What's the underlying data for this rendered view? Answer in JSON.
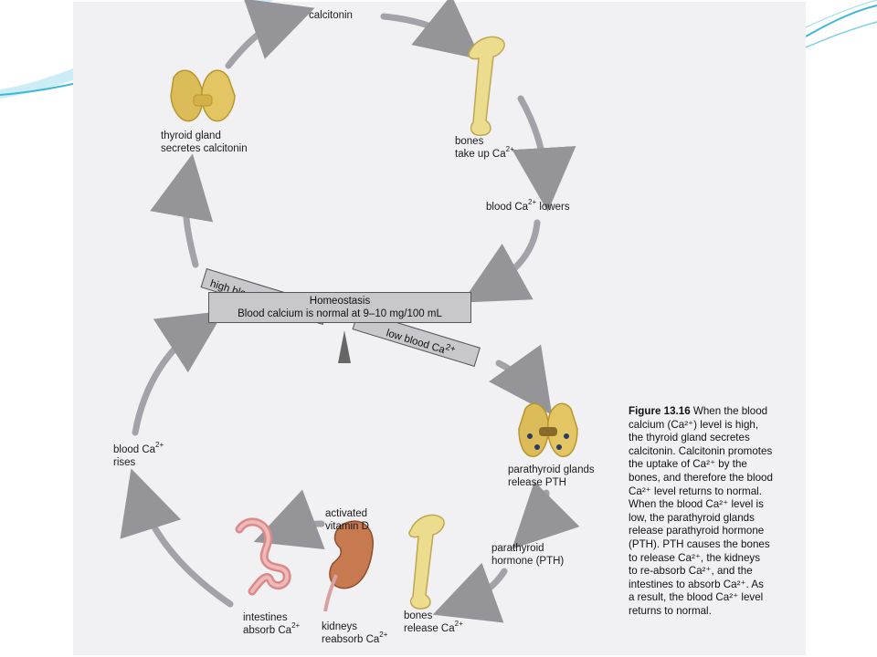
{
  "labels": {
    "calcitonin": "calcitonin",
    "thyroid_line1": "thyroid gland",
    "thyroid_line2": "secretes calcitonin",
    "bones_take_line1": "bones",
    "bones_take_line2": "take up Ca",
    "blood_lowers_pre": "blood Ca",
    "blood_lowers_post": " lowers",
    "high_pre": "high blood Ca",
    "low_pre": "low blood Ca",
    "homeo_line1": "Homeostasis",
    "homeo_line2": "Blood calcium is normal at 9–10 mg/100 mL",
    "parathyroid_line1": "parathyroid glands",
    "parathyroid_line2": "release PTH",
    "pth_line1": "parathyroid",
    "pth_line2": "hormone (PTH)",
    "blood_rises_line1": "blood Ca",
    "blood_rises_line2": "rises",
    "activated_line1": "activated",
    "activated_line2": "vitamin D",
    "intestines_line1": "intestines",
    "intestines_line2": "absorb Ca",
    "kidneys_line1": "kidneys",
    "kidneys_line2": "reabsorb Ca",
    "bones_release_line1": "bones",
    "bones_release_line2": "release Ca",
    "charge": "2+"
  },
  "caption": {
    "figure_label": "Figure 13.16",
    "text_lines": [
      " When the blood",
      "calcium (Ca²⁺) level is high,",
      "the thyroid gland secretes",
      "calcitonin. Calcitonin promotes",
      "the uptake of Ca²⁺ by the",
      "bones, and therefore the blood",
      "Ca²⁺ level returns to normal.",
      "When the blood Ca²⁺ level is",
      "low, the parathyroid glands",
      "release parathyroid hormone",
      "(PTH). PTH causes the bones",
      "to release Ca²⁺, the kidneys",
      "to re-absorb Ca²⁺, and the",
      "intestines to absorb Ca²⁺. As",
      "a result, the blood Ca²⁺ level",
      "returns to normal."
    ]
  },
  "colors": {
    "page": "#f1f1f3",
    "bone": "#e9d98a",
    "thyroid": "#e0c060",
    "kidney": "#c77a50",
    "intestine": "#e8a0a0",
    "arrow": "#8a8a90",
    "slide_accent": "#3fb8d8"
  }
}
